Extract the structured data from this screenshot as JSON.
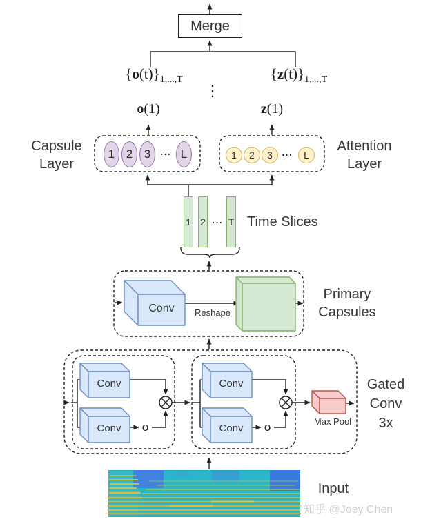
{
  "labels": {
    "merge": "Merge",
    "conv": "Conv",
    "reshape": "Reshape",
    "sigma": "σ",
    "max_pool": "Max Pool",
    "input": "Input"
  },
  "top": {
    "o_seq": {
      "open": "{",
      "var": "o",
      "close": "(t)}",
      "sub": "1,...,T"
    },
    "z_seq": {
      "open": "{",
      "var": "z",
      "close": "(t)}",
      "sub": "1,...,T"
    },
    "vdots": "⋮",
    "o_1": {
      "var": "o",
      "rest": "(1)"
    },
    "z_1": {
      "var": "z",
      "rest": "(1)"
    }
  },
  "capsule_layer": {
    "caption": [
      "Capsule",
      "Layer"
    ],
    "items": [
      "1",
      "2",
      "3"
    ],
    "dots": "⋯",
    "last": "L"
  },
  "attention_layer": {
    "caption": [
      "Attention",
      "Layer"
    ],
    "items": [
      "1",
      "2",
      "3"
    ],
    "dots": "⋯",
    "last": "L"
  },
  "time_slices": {
    "caption": "Time Slices",
    "items": [
      "1",
      "2"
    ],
    "dots": "⋯",
    "last": "T"
  },
  "primary_capsules": {
    "caption": [
      "Primary",
      "Capsules"
    ]
  },
  "gated_conv": {
    "caption": [
      "Gated",
      "Conv",
      "3x"
    ]
  },
  "input_block": {
    "caption": "Input"
  },
  "watermark": "知乎 @Joey Chen",
  "colors": {
    "conv_cube_fill": "#DAE8FC",
    "conv_cube_stroke": "#6C8EBF",
    "green_cube_fill": "#D5E8D4",
    "green_cube_stroke": "#82B366",
    "red_cube_fill": "#F8CECC",
    "red_cube_stroke": "#B85450",
    "capsule_fill": "#E1D5E7",
    "capsule_stroke": "#9673A6",
    "attention_fill": "#FFF2CC",
    "attention_stroke": "#D6B656",
    "line": "#222222",
    "spectrogram_base": "#2cb5c8"
  }
}
